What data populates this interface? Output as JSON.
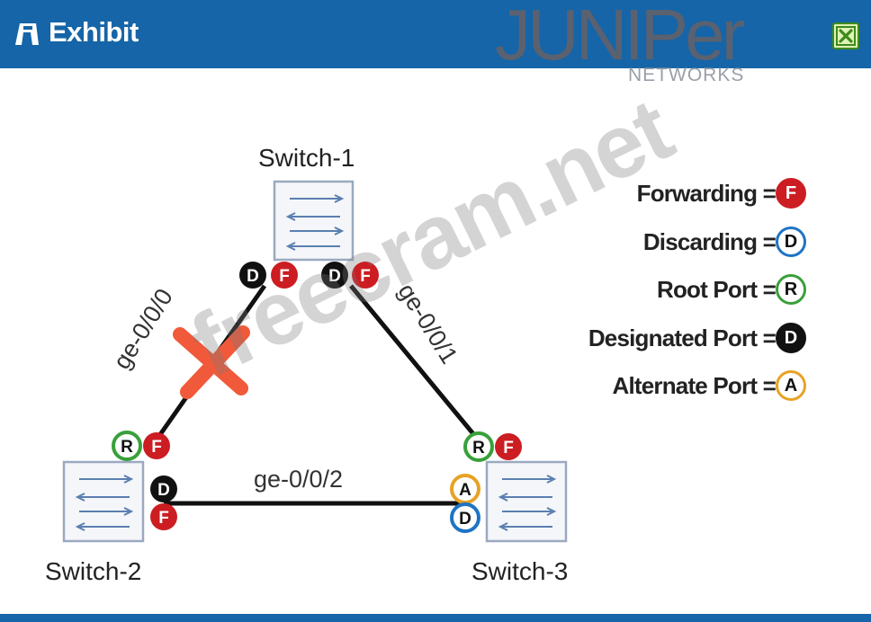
{
  "window": {
    "title": "Exhibit",
    "brand": {
      "name": "JUNIPer",
      "sub": "NETWORKS"
    }
  },
  "switches": [
    {
      "id": "sw1",
      "label": "Switch-1"
    },
    {
      "id": "sw2",
      "label": "Switch-2"
    },
    {
      "id": "sw3",
      "label": "Switch-3"
    }
  ],
  "links": [
    {
      "id": "l1",
      "label": "ge-0/0/0",
      "blocked": true
    },
    {
      "id": "l2",
      "label": "ge-0/0/1",
      "blocked": false
    },
    {
      "id": "l3",
      "label": "ge-0/0/2",
      "blocked": false
    }
  ],
  "port_badges": {
    "sw1_left_role": "D",
    "sw1_left_state": "F",
    "sw1_right_role": "D",
    "sw1_right_state": "F",
    "sw2_top_role": "R",
    "sw2_top_state": "F",
    "sw2_right_role": "D",
    "sw2_right_state": "F",
    "sw3_top_role": "R",
    "sw3_top_state": "F",
    "sw3_left_role": "A",
    "sw3_left_state": "D"
  },
  "legend": [
    {
      "label": "Forwarding =",
      "symbol": "F",
      "style": "red"
    },
    {
      "label": "Discarding =",
      "symbol": "D",
      "style": "blue"
    },
    {
      "label": "Root Port =",
      "symbol": "R",
      "style": "green"
    },
    {
      "label": "Designated Port =",
      "symbol": "D",
      "style": "black"
    },
    {
      "label": "Alternate Port =",
      "symbol": "A",
      "style": "orange"
    }
  ],
  "colors": {
    "titlebar": "#1565a8",
    "red": "#cc1d22",
    "blue": "#1e74c4",
    "green": "#3aa03a",
    "black": "#111111",
    "orange": "#e8a224"
  },
  "watermark": "freecram.net"
}
